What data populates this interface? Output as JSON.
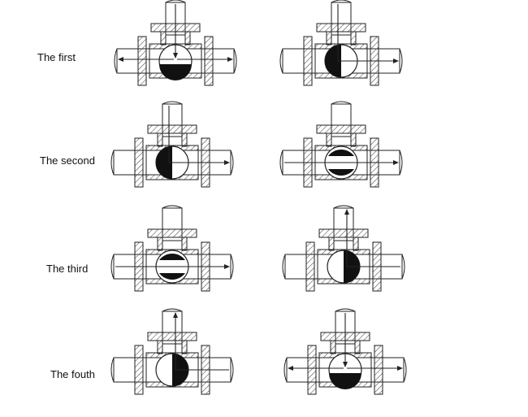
{
  "rows": [
    {
      "label": "The first",
      "left": {
        "ball": "T",
        "ports": [
          "top",
          "left",
          "right"
        ]
      },
      "right": {
        "ball": "L",
        "ports": [
          "top",
          "right"
        ]
      }
    },
    {
      "label": "The second",
      "left": {
        "ball": "L",
        "ports": [
          "top",
          "right"
        ]
      },
      "right": {
        "ball": "straight",
        "ports": [
          "left",
          "right"
        ]
      }
    },
    {
      "label": "The third",
      "left": {
        "ball": "straight",
        "ports": [
          "left",
          "right"
        ]
      },
      "right": {
        "ball": "L",
        "ports": [
          "top",
          "left"
        ]
      }
    },
    {
      "label": "The fouth",
      "left": {
        "ball": "L",
        "ports": [
          "top",
          "left"
        ]
      },
      "right": {
        "ball": "T",
        "ports": [
          "top",
          "left",
          "right"
        ]
      }
    }
  ],
  "colors": {
    "ink": "#222222",
    "ball": "#111111",
    "hatch": "#555555",
    "bg": "#ffffff"
  }
}
